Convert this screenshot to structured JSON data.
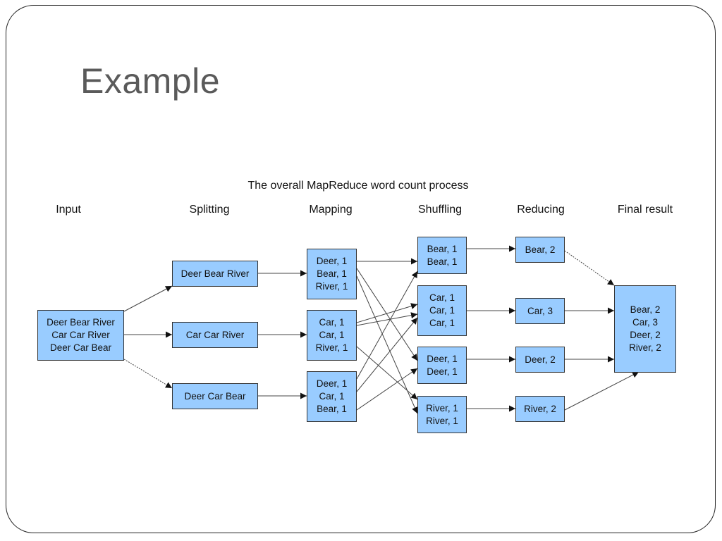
{
  "slide": {
    "title": "Example"
  },
  "diagram": {
    "caption": "The overall MapReduce word count process",
    "stages": [
      "Input",
      "Splitting",
      "Mapping",
      "Shuffling",
      "Reducing",
      "Final result"
    ],
    "input": "Deer Bear River\nCar Car River\nDeer Car Bear",
    "splits": [
      "Deer Bear River",
      "Car Car River",
      "Deer Car Bear"
    ],
    "mappings": [
      "Deer, 1\nBear, 1\nRiver, 1",
      "Car, 1\nCar, 1\nRiver, 1",
      "Deer, 1\nCar, 1\nBear, 1"
    ],
    "shuffles": [
      "Bear, 1\nBear, 1",
      "Car, 1\nCar, 1\nCar, 1",
      "Deer, 1\nDeer, 1",
      "River, 1\nRiver, 1"
    ],
    "reduces": [
      "Bear, 2",
      "Car, 3",
      "Deer, 2",
      "River, 2"
    ],
    "final": "Bear, 2\nCar, 3\nDeer, 2\nRiver, 2"
  },
  "colors": {
    "box_fill": "#99ccff",
    "border": "#333333",
    "title": "#5a5a5a"
  }
}
